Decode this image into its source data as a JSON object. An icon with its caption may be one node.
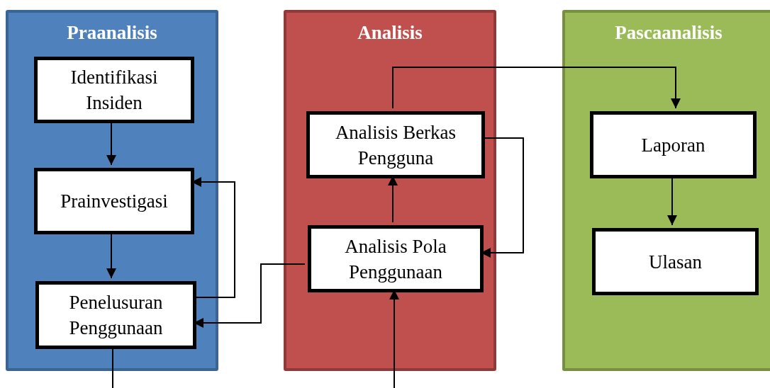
{
  "diagram": {
    "nodes": [
      {
        "text": [
          "Praanalisis"
        ]
      },
      {
        "text": [
          "Identifikasi Insiden"
        ],
        "in": 0
      },
      {
        "text": [
          "Prainvestigasi"
        ],
        "in": 0
      },
      {
        "text": [
          "Penelusuran Penggunaan"
        ],
        "in": 0
      },
      {
        "text": [
          "Analisis"
        ]
      },
      {
        "text": [
          "Analisis Berkas Pengguna"
        ],
        "in": 4
      },
      {
        "text": [
          "Analisis Pola Penggunaan"
        ],
        "in": 4
      },
      {
        "text": [
          "Pascaanalisis"
        ]
      },
      {
        "text": [
          "Laporan"
        ],
        "in": 7
      },
      {
        "text": [
          "Ulasan"
        ],
        "in": 7
      }
    ],
    "edges": [
      {
        "from": 1,
        "to": 2,
        "arrow": "to"
      },
      {
        "from": 2,
        "to": 3,
        "arrow": "to"
      },
      {
        "from": 3,
        "to": 2,
        "arrow": "to"
      },
      {
        "from": 6,
        "to": 3,
        "arrow": "to"
      },
      {
        "from": 6,
        "to": 5,
        "arrow": "to"
      },
      {
        "from": 5,
        "to": 6,
        "arrow": "to"
      },
      {
        "from": 5,
        "to": 8,
        "arrow": "to"
      },
      {
        "from": 8,
        "to": 9,
        "arrow": "to"
      },
      {
        "from": 3,
        "to": null,
        "arrow": "none"
      },
      {
        "from": null,
        "to": 6,
        "arrow": "to"
      }
    ]
  }
}
